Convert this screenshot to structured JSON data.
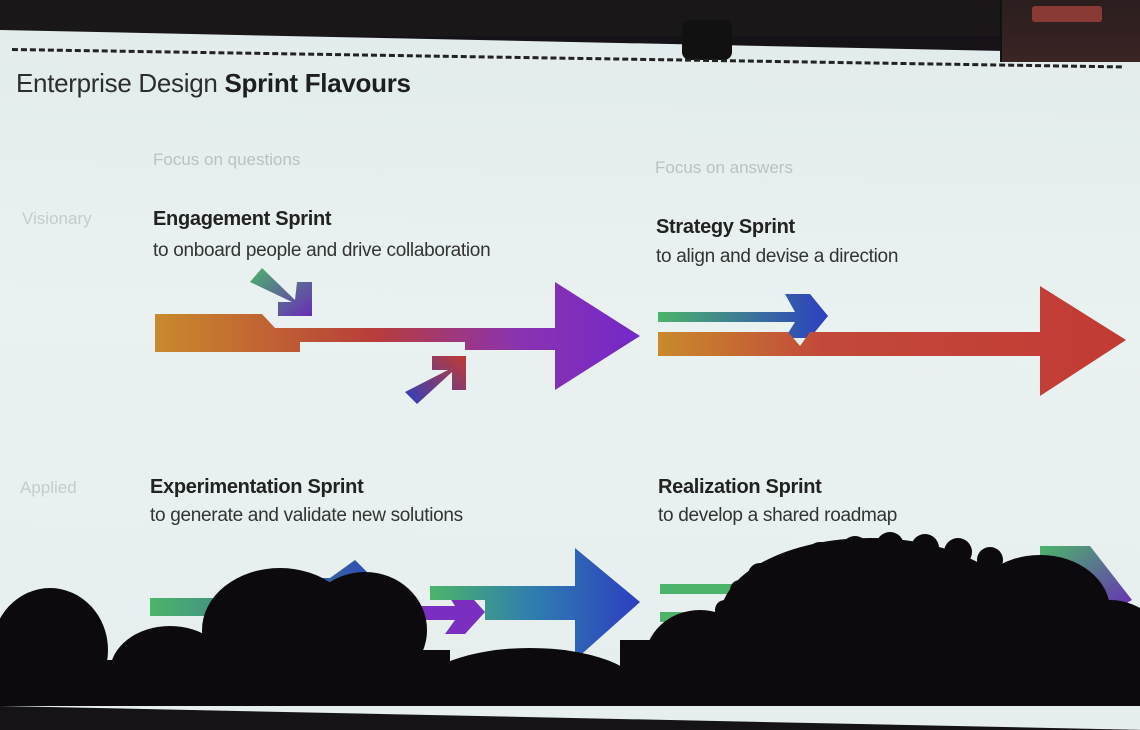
{
  "slide": {
    "title_regular": "Enterprise Design ",
    "title_bold": "Sprint Flavours",
    "columns": [
      {
        "focus": "Focus on questions"
      },
      {
        "focus": "Focus on answers"
      }
    ],
    "rows": [
      {
        "label": "Visionary"
      },
      {
        "label": "Applied"
      }
    ],
    "sprints": [
      {
        "name": "Engagement Sprint",
        "desc": "to onboard people and drive collaboration"
      },
      {
        "name": "Strategy Sprint",
        "desc": "to align and devise a direction"
      },
      {
        "name": "Experimentation Sprint",
        "desc": "to generate and validate new solutions"
      },
      {
        "name": "Realization Sprint",
        "desc": "to develop a shared roadmap"
      }
    ]
  },
  "colors": {
    "orange": "#c98a2c",
    "red": "#c2412f",
    "purple": "#7a2fc0",
    "blue": "#2c3fc0",
    "green": "#4cb46a"
  }
}
